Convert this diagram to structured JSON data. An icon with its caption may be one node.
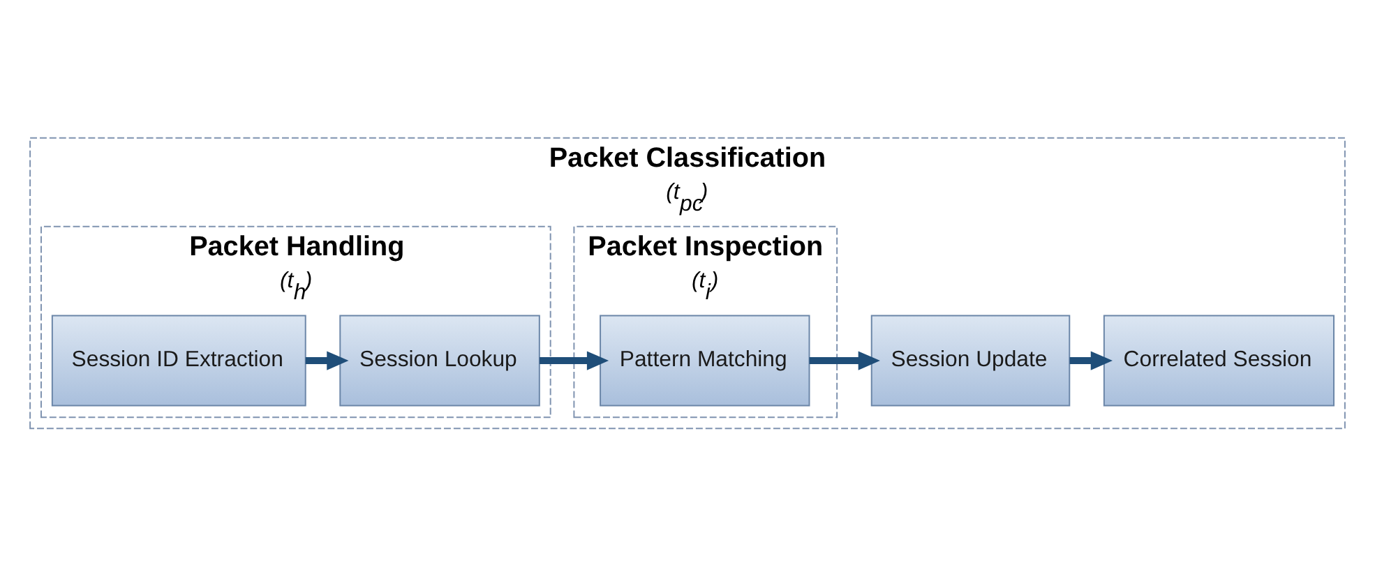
{
  "diagram": {
    "nodes": [
      {
        "text": [
          "Packet Classification",
          "(t$_{pc}$)"
        ]
      },
      {
        "text": [
          "Packet Handling",
          "(t$_{h}$)"
        ],
        "in": 0
      },
      {
        "text": [
          "Session ID Extraction"
        ],
        "in": 1
      },
      {
        "text": [
          "Session Lookup"
        ],
        "in": 1
      },
      {
        "text": [
          "Packet Inspection",
          "(t$_{i}$)"
        ],
        "in": 0
      },
      {
        "text": [
          "Pattern Matching"
        ],
        "in": 4
      },
      {
        "text": [
          "Session Update"
        ],
        "in": 0
      },
      {
        "text": [
          "Correlated Session"
        ],
        "in": 0
      }
    ],
    "edges": [
      {
        "from": 2,
        "to": 3,
        "arrow": "to"
      },
      {
        "from": 3,
        "to": 5,
        "arrow": "to"
      },
      {
        "from": 5,
        "to": 6,
        "arrow": "to"
      },
      {
        "from": 6,
        "to": 7,
        "arrow": "to"
      }
    ]
  }
}
